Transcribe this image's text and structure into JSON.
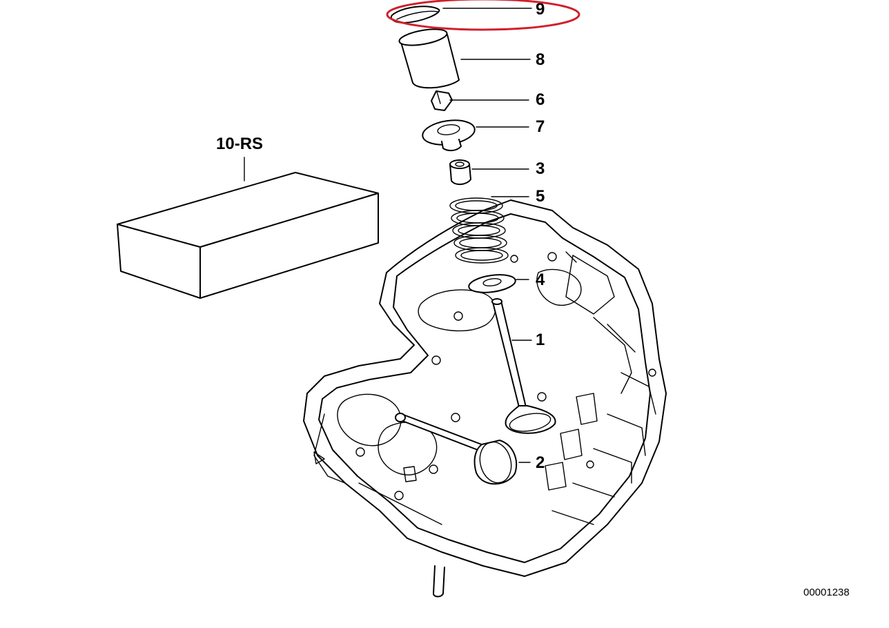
{
  "diagram": {
    "callouts": [
      {
        "id": "9",
        "label": "9"
      },
      {
        "id": "8",
        "label": "8"
      },
      {
        "id": "6",
        "label": "6"
      },
      {
        "id": "7",
        "label": "7"
      },
      {
        "id": "3",
        "label": "3"
      },
      {
        "id": "5",
        "label": "5"
      },
      {
        "id": "4",
        "label": "4"
      },
      {
        "id": "1",
        "label": "1"
      },
      {
        "id": "2",
        "label": "2"
      },
      {
        "id": "10-RS",
        "label": "10-RS"
      }
    ],
    "reference_number": "00001238",
    "highlight_color": "#d0202a",
    "line_color": "#000000",
    "background": "#ffffff"
  }
}
